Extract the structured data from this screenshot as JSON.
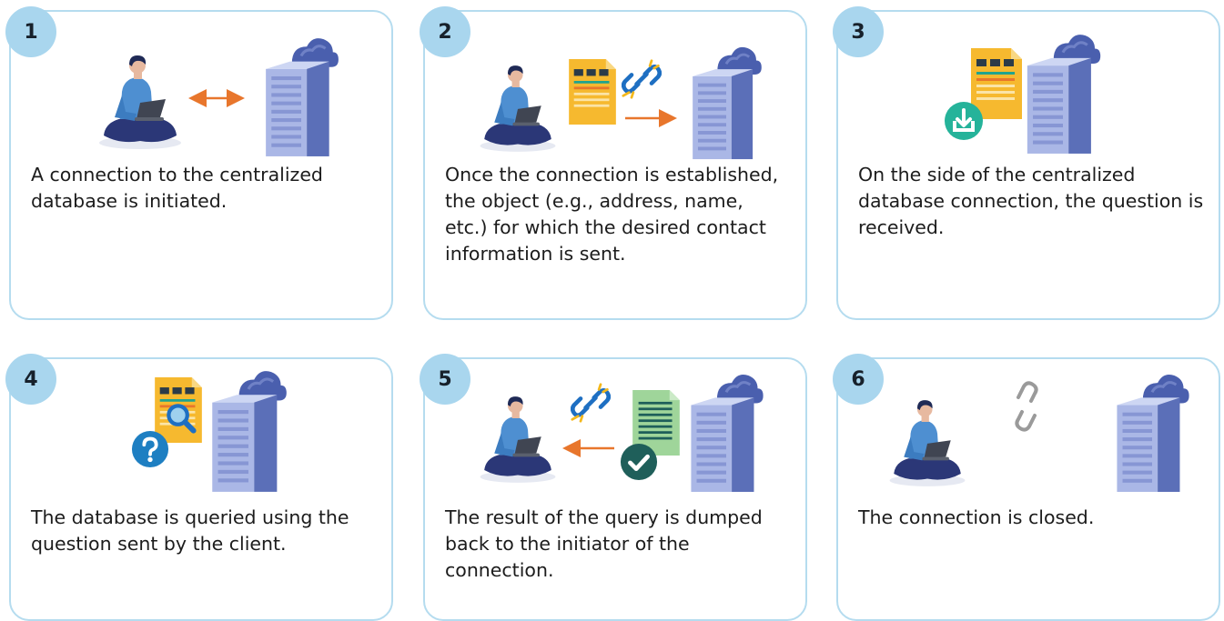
{
  "colors": {
    "card_border": "#b5dcef",
    "badge_fill": "#a9d6ee",
    "arrow": "#e8762c",
    "server": "#5b6fb8",
    "cloud": "#4a5fae",
    "document": "#f6b92f",
    "result_document": "#9fd59a",
    "download_icon": "#25b39a",
    "question_icon": "#1e7fc2",
    "check_icon": "#1f5f5a",
    "shirt": "#4e8fd1",
    "pants": "#2b3777"
  },
  "steps": [
    {
      "number": "1",
      "text": "A connection to the centralized database is initiated.",
      "icons": [
        "person-laptop-icon",
        "double-arrow-icon",
        "server-cloud-icon"
      ]
    },
    {
      "number": "2",
      "text": "Once the connection is established, the object (e.g., address, name, etc.) for which the desired contact information is sent.",
      "icons": [
        "person-laptop-icon",
        "document-icon",
        "link-icon",
        "right-arrow-icon",
        "server-cloud-icon"
      ]
    },
    {
      "number": "3",
      "text": "On the side of the centralized database connection, the question is received.",
      "icons": [
        "document-icon",
        "download-icon",
        "server-cloud-icon"
      ]
    },
    {
      "number": "4",
      "text": "The database is queried using the question sent by the client.",
      "icons": [
        "document-search-icon",
        "question-icon",
        "server-cloud-icon"
      ]
    },
    {
      "number": "5",
      "text": "The result of the query is dumped back to the initiator of the connection.",
      "icons": [
        "person-laptop-icon",
        "link-icon",
        "left-arrow-icon",
        "result-document-icon",
        "check-icon",
        "server-cloud-icon"
      ]
    },
    {
      "number": "6",
      "text": "The connection is closed.",
      "icons": [
        "person-laptop-icon",
        "broken-link-icon",
        "server-cloud-icon"
      ]
    }
  ]
}
